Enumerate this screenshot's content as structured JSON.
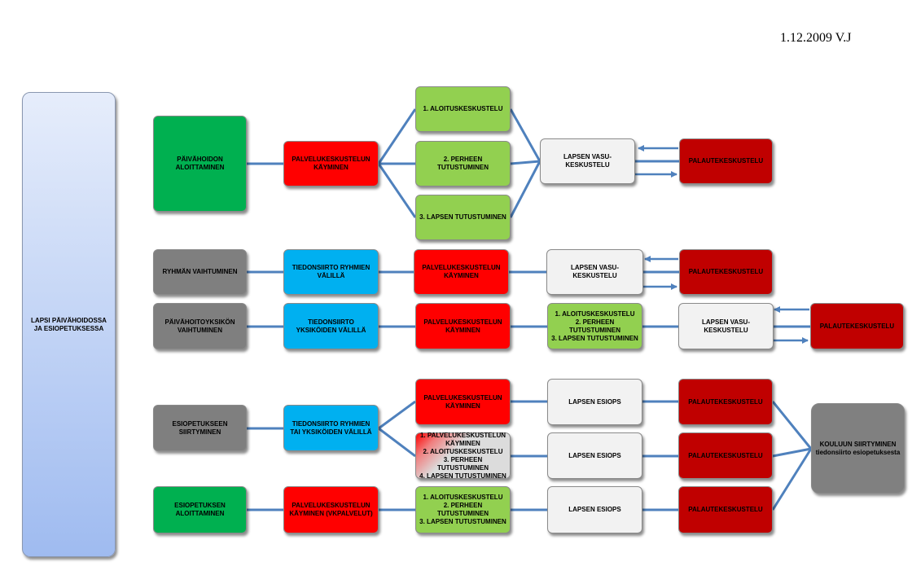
{
  "header": {
    "date": "1.12.2009 V.J"
  },
  "side": {
    "label": "LAPSI PÄIVÄHOIDOSSA JA ESIOPETUKSESSA"
  },
  "row1": {
    "start": "PÄIVÄHOIDON ALOITTAMINEN",
    "service": "PALVELUKESKUSTELUN KÄYMINEN",
    "step1": "1. ALOITUSKESKUSTELU",
    "step2": "2. PERHEEN TUTUSTUMINEN",
    "step3": "3. LAPSEN TUTUSTUMINEN",
    "vasu": "LAPSEN VASU-KESKUSTELU",
    "feedback": "PALAUTEKESKUSTELU"
  },
  "row2": {
    "start": "RYHMÄN VAIHTUMINEN",
    "transfer": "TIEDONSIIRTO RYHMIEN VÄLILLÄ",
    "service": "PALVELUKESKUSTELUN KÄYMINEN",
    "vasu": "LAPSEN VASU-KESKUSTELU",
    "feedback": "PALAUTEKESKUSTELU"
  },
  "row3": {
    "start": "PÄIVÄHOITOYKSIKÖN VAIHTUMINEN",
    "transfer": "TIEDONSIIRTO YKSIKÖIDEN VÄLILLÄ",
    "service": "PALVELUKESKUSTELUN KÄYMINEN",
    "steps": "1. ALOITUSKESKUSTELU\n2. PERHEEN TUTUSTUMINEN\n3. LAPSEN TUTUSTUMINEN",
    "vasu": "LAPSEN VASU-KESKUSTELU",
    "feedback": "PALAUTEKESKUSTELU"
  },
  "row4": {
    "start": "ESIOPETUKSEEN SIIRTYMINEN",
    "transfer": "TIEDONSIIRTO RYHMIEN TAI YKSIKÖIDEN VÄLILLÄ",
    "service": "PALVELUKESKUSTELUN KÄYMINEN",
    "steps": "1. PALVELUKESKUSTELUN KÄYMINEN\n2. ALOITUSKESKUSTELU\n3. PERHEEN TUTUSTUMINEN\n4. LAPSEN TUTUSTUMINEN",
    "esiops_a": "LAPSEN ESIOPS",
    "esiops_b": "LAPSEN ESIOPS",
    "feedback_a": "PALAUTEKESKUSTELU",
    "feedback_b": "PALAUTEKESKUSTELU"
  },
  "row5": {
    "start": "ESIOPETUKSEN ALOITTAMINEN",
    "service": "PALVELUKESKUSTELUN KÄYMINEN (VKPALVELUT)",
    "steps": "1. ALOITUSKESKUSTELU\n2. PERHEEN TUTUSTUMINEN\n3. LAPSEN TUTUSTUMINEN",
    "esiops": "LAPSEN ESIOPS",
    "feedback": "PALAUTEKESKUSTELU"
  },
  "school": {
    "label": "KOULUUN SIIRTYMINEN\ntiedonsiirto esiopetuksesta"
  },
  "colors": {
    "line": "#4f81bd",
    "green": "#00b050",
    "red": "#ff0000",
    "light_green": "#92d050",
    "gray": "#7f7f7f",
    "cyan": "#00b0f0",
    "dark_red": "#c00000"
  }
}
